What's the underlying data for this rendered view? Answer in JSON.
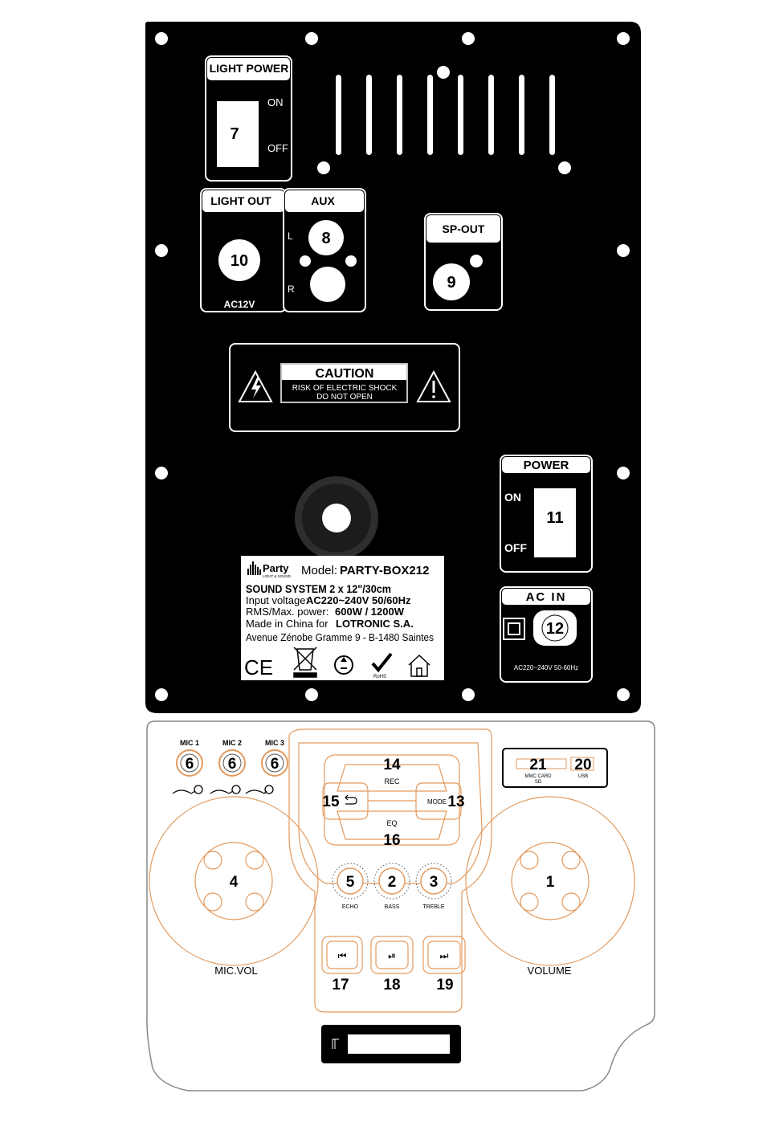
{
  "colors": {
    "panel": "#000000",
    "accent": "#e8a36c",
    "outline": "#e39a5e"
  },
  "back_panel": {
    "light_power": {
      "title": "LIGHT POWER",
      "on": "ON",
      "off": "OFF",
      "num": "7"
    },
    "light_out": {
      "title": "LIGHT OUT",
      "num": "10",
      "voltage": "AC12V"
    },
    "aux": {
      "title": "AUX",
      "num": "8",
      "left": "L",
      "right": "R"
    },
    "sp_out": {
      "title": "SP-OUT",
      "num": "9"
    },
    "caution": {
      "title": "CAUTION",
      "line1": "RISK OF ELECTRIC SHOCK",
      "line2": "DO NOT OPEN"
    },
    "power": {
      "title": "POWER",
      "on": "ON",
      "off": "OFF",
      "num": "11"
    },
    "ac_in": {
      "title": "AC IN",
      "num": "12",
      "rating": "AC220~240V 50-60Hz"
    },
    "rating_label": {
      "brand": "Party",
      "brand_sub": "LIGHT & SOUND",
      "model_prefix": "Model:",
      "model": "PARTY-BOX212",
      "system": "SOUND SYSTEM 2 x 12\"/30cm",
      "input_prefix": "Input voltage:",
      "input": "AC220~240V 50/60Hz",
      "power_prefix": "RMS/Max. power:",
      "power": "600W / 1200W",
      "made_prefix": "Made in China for",
      "company": "LOTRONIC S.A.",
      "address": "Avenue Zénobe Gramme 9 - B-1480 Saintes",
      "ce": "CE",
      "rohs": "RoHS"
    }
  },
  "front_panel": {
    "mics": [
      {
        "label": "MIC 1",
        "num": "6"
      },
      {
        "label": "MIC 2",
        "num": "6"
      },
      {
        "label": "MIC 3",
        "num": "6"
      }
    ],
    "mic_vol": {
      "label": "MIC.VOL",
      "num": "4"
    },
    "volume": {
      "label": "VOLUME",
      "num": "1"
    },
    "rec": {
      "label": "REC",
      "num": "14"
    },
    "repeat": {
      "num": "15",
      "icon": "repeat-icon"
    },
    "mode": {
      "label": "MODE",
      "num": "13"
    },
    "eq": {
      "label": "EQ",
      "num": "16"
    },
    "knobs": [
      {
        "label": "ECHO",
        "num": "5"
      },
      {
        "label": "BASS",
        "num": "2"
      },
      {
        "label": "TREBLE",
        "num": "3"
      }
    ],
    "transport": [
      {
        "icon": "previous-icon",
        "glyph": "⏮",
        "num": "17"
      },
      {
        "icon": "play-pause-icon",
        "glyph": "⏯",
        "num": "18"
      },
      {
        "icon": "next-icon",
        "glyph": "⏭",
        "num": "19"
      }
    ],
    "card_slot": {
      "num": "21",
      "label1": "MMC CARD",
      "label2": "SD"
    },
    "usb_slot": {
      "num": "20",
      "label": "USB"
    }
  }
}
